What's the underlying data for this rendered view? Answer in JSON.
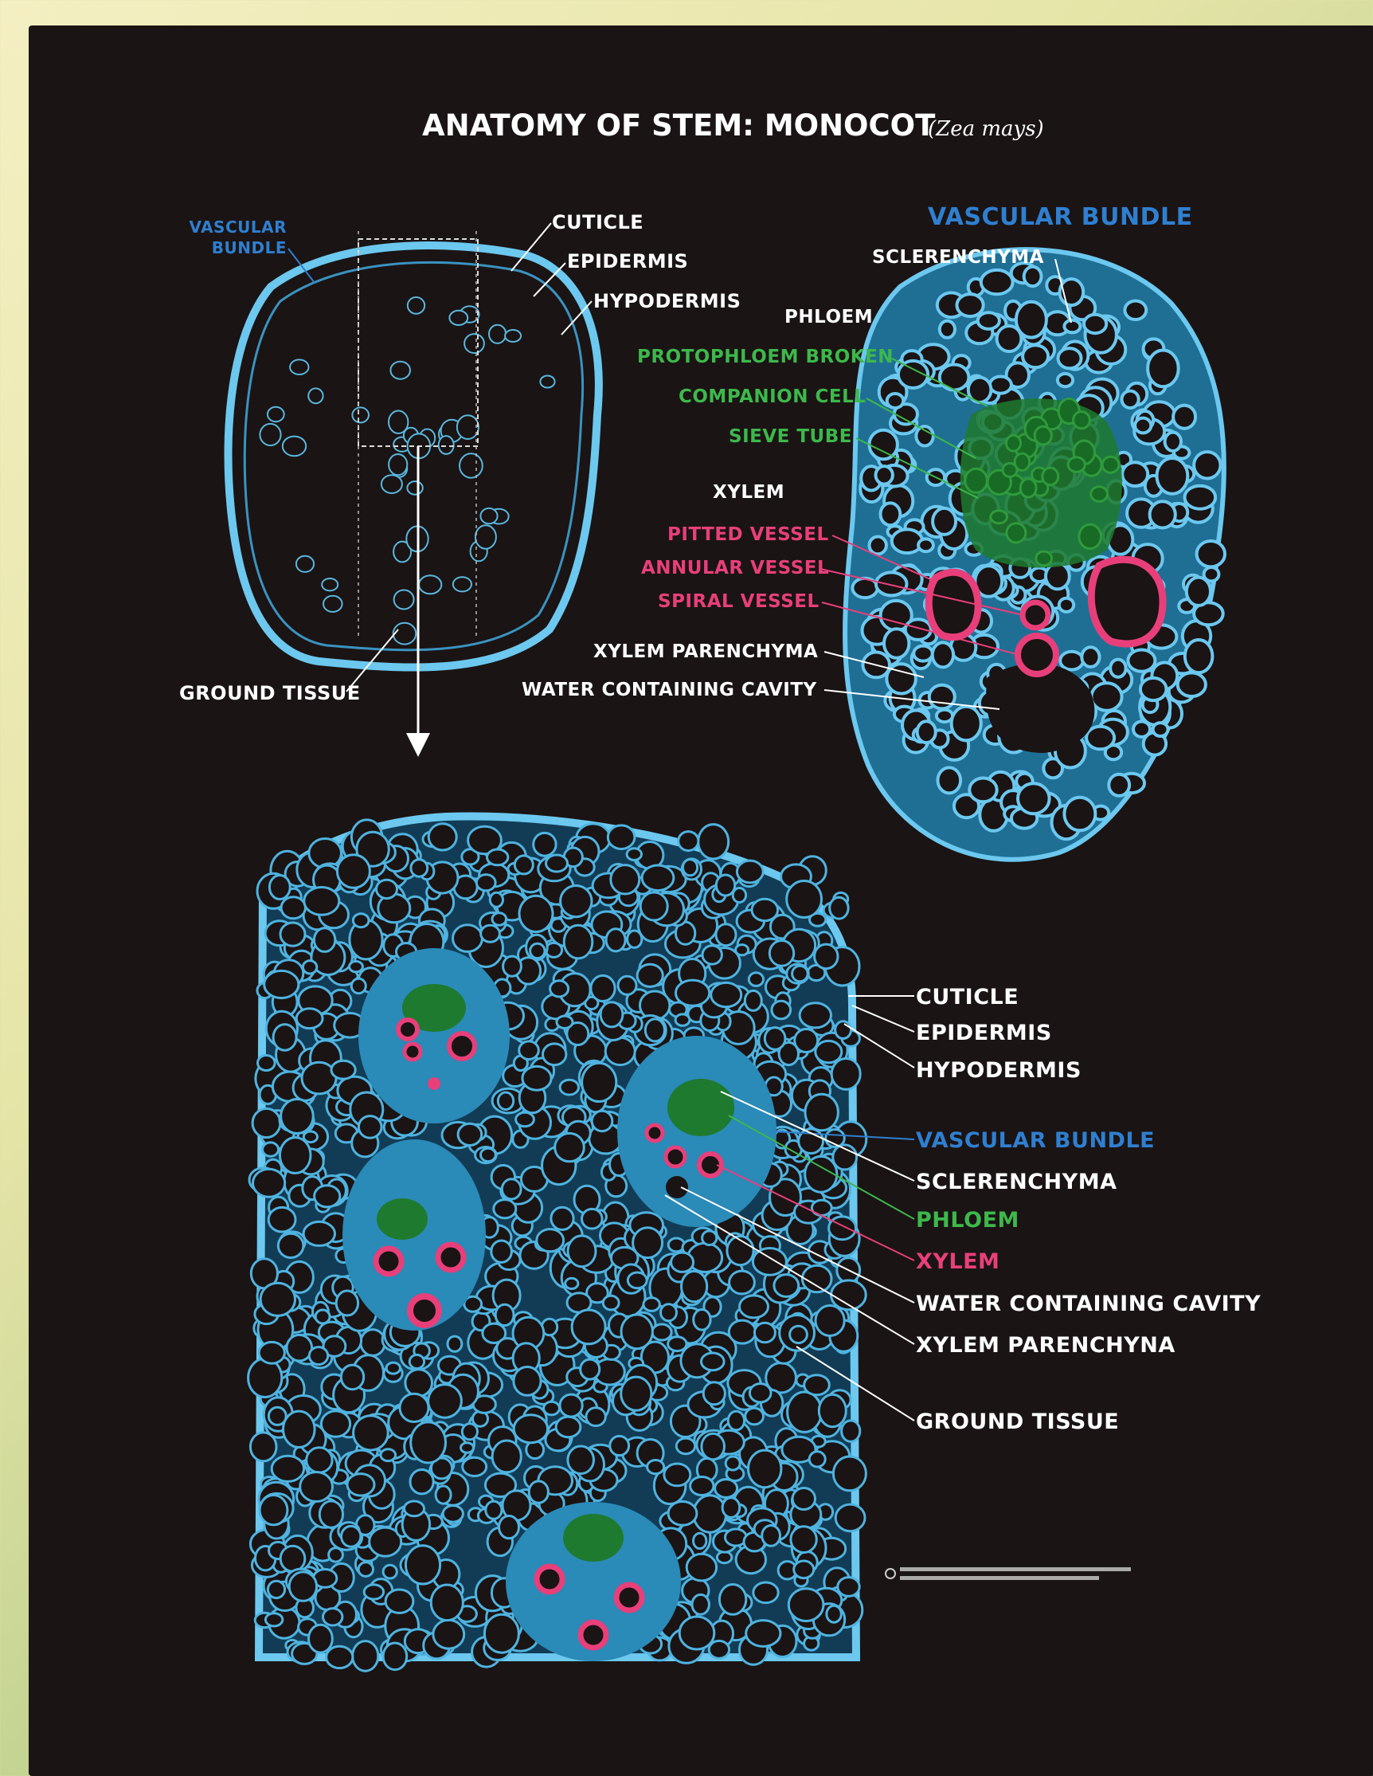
{
  "title": {
    "main": "ANATOMY OF STEM: MONOCOT",
    "species": "(Zea mays)"
  },
  "colors": {
    "board": "#1a1414",
    "cell_wall": "#4fb3e0",
    "phloem": "#2f9a3c",
    "xylem": "#e83f7a",
    "vascular_label": "#2f7fd0",
    "label_white": "#ffffff"
  },
  "cross_section": {
    "vascular_bundle": "VASCULAR BUNDLE",
    "cuticle": "CUTICLE",
    "epidermis": "EPIDERMIS",
    "hypodermis": "HYPODERMIS",
    "ground_tissue": "GROUND TISSUE"
  },
  "bundle_detail": {
    "heading": "VASCULAR BUNDLE",
    "sclerenchyma": "SCLERENCHYMA",
    "phloem_heading": "PHLOEM",
    "protophloem": "PROTOPHLOEM BROKEN",
    "companion_cell": "COMPANION CELL",
    "sieve_tube": "SIEVE TUBE",
    "xylem_heading": "XYLEM",
    "pitted_vessel": "PITTED VESSEL",
    "annular_vessel": "ANNULAR VESSEL",
    "spiral_vessel": "SPIRAL VESSEL",
    "xylem_parenchyma": "XYLEM PARENCHYMA",
    "water_cavity": "WATER CONTAINING CAVITY"
  },
  "enlarged": {
    "cuticle": "CUTICLE",
    "epidermis": "EPIDERMIS",
    "hypodermis": "HYPODERMIS",
    "vascular_bundle": "VASCULAR BUNDLE",
    "sclerenchyma": "SCLERENCHYMA",
    "phloem": "PHLOEM",
    "xylem": "XYLEM",
    "water_cavity": "WATER CONTAINING CAVITY",
    "xylem_parenchyma": "XYLEM PARENCHYNA",
    "ground_tissue": "GROUND TISSUE"
  }
}
